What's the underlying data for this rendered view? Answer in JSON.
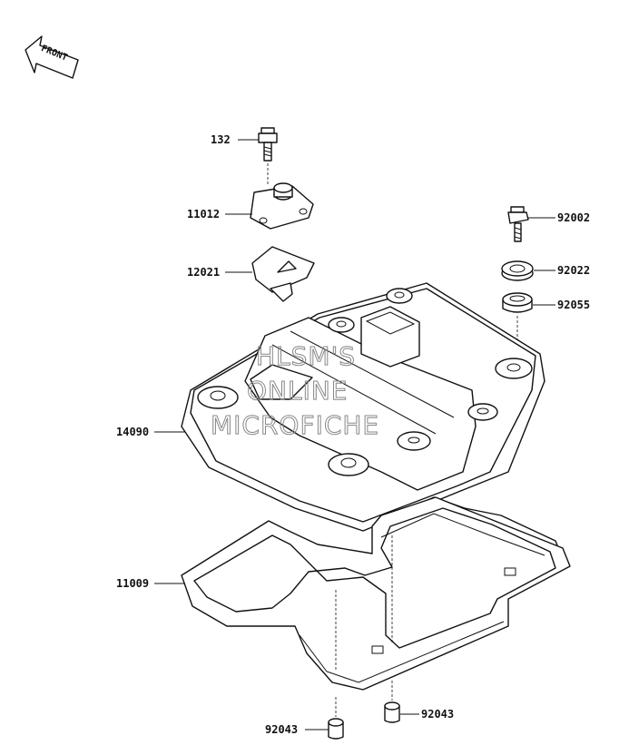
{
  "front_arrow": {
    "text": "FRONT"
  },
  "labels": {
    "p132": "132",
    "p11012": "11012",
    "p12021": "12021",
    "p14090": "14090",
    "p11009": "11009",
    "p92002": "92002",
    "p92022": "92022",
    "p92055": "92055",
    "p92043a": "92043",
    "p92043b": "92043"
  },
  "watermark": {
    "line1": "HLSM'S",
    "line2": "ONLINE",
    "line3": "MICROFICHE"
  }
}
